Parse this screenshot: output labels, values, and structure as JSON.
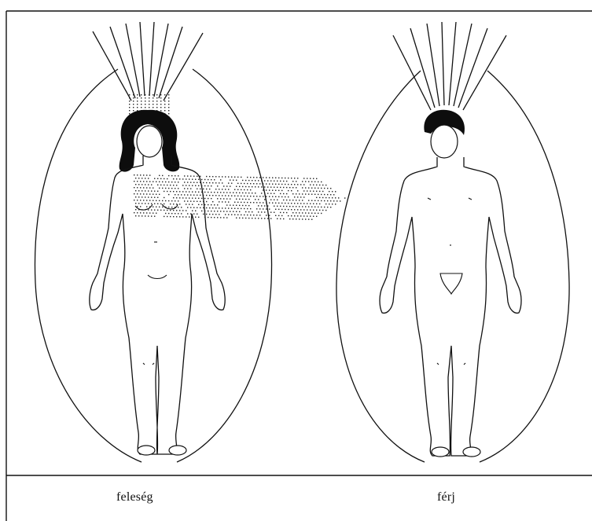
{
  "captions": {
    "left": "feleség",
    "right": "férj"
  },
  "figures": [
    {
      "id": "wife",
      "sex": "female",
      "emits_energy": true
    },
    {
      "id": "husband",
      "sex": "male",
      "emits_energy": false
    }
  ],
  "colors": {
    "line": "#111111",
    "hair": "#0d0d0d",
    "dots": "#222222",
    "background": "#ffffff"
  }
}
